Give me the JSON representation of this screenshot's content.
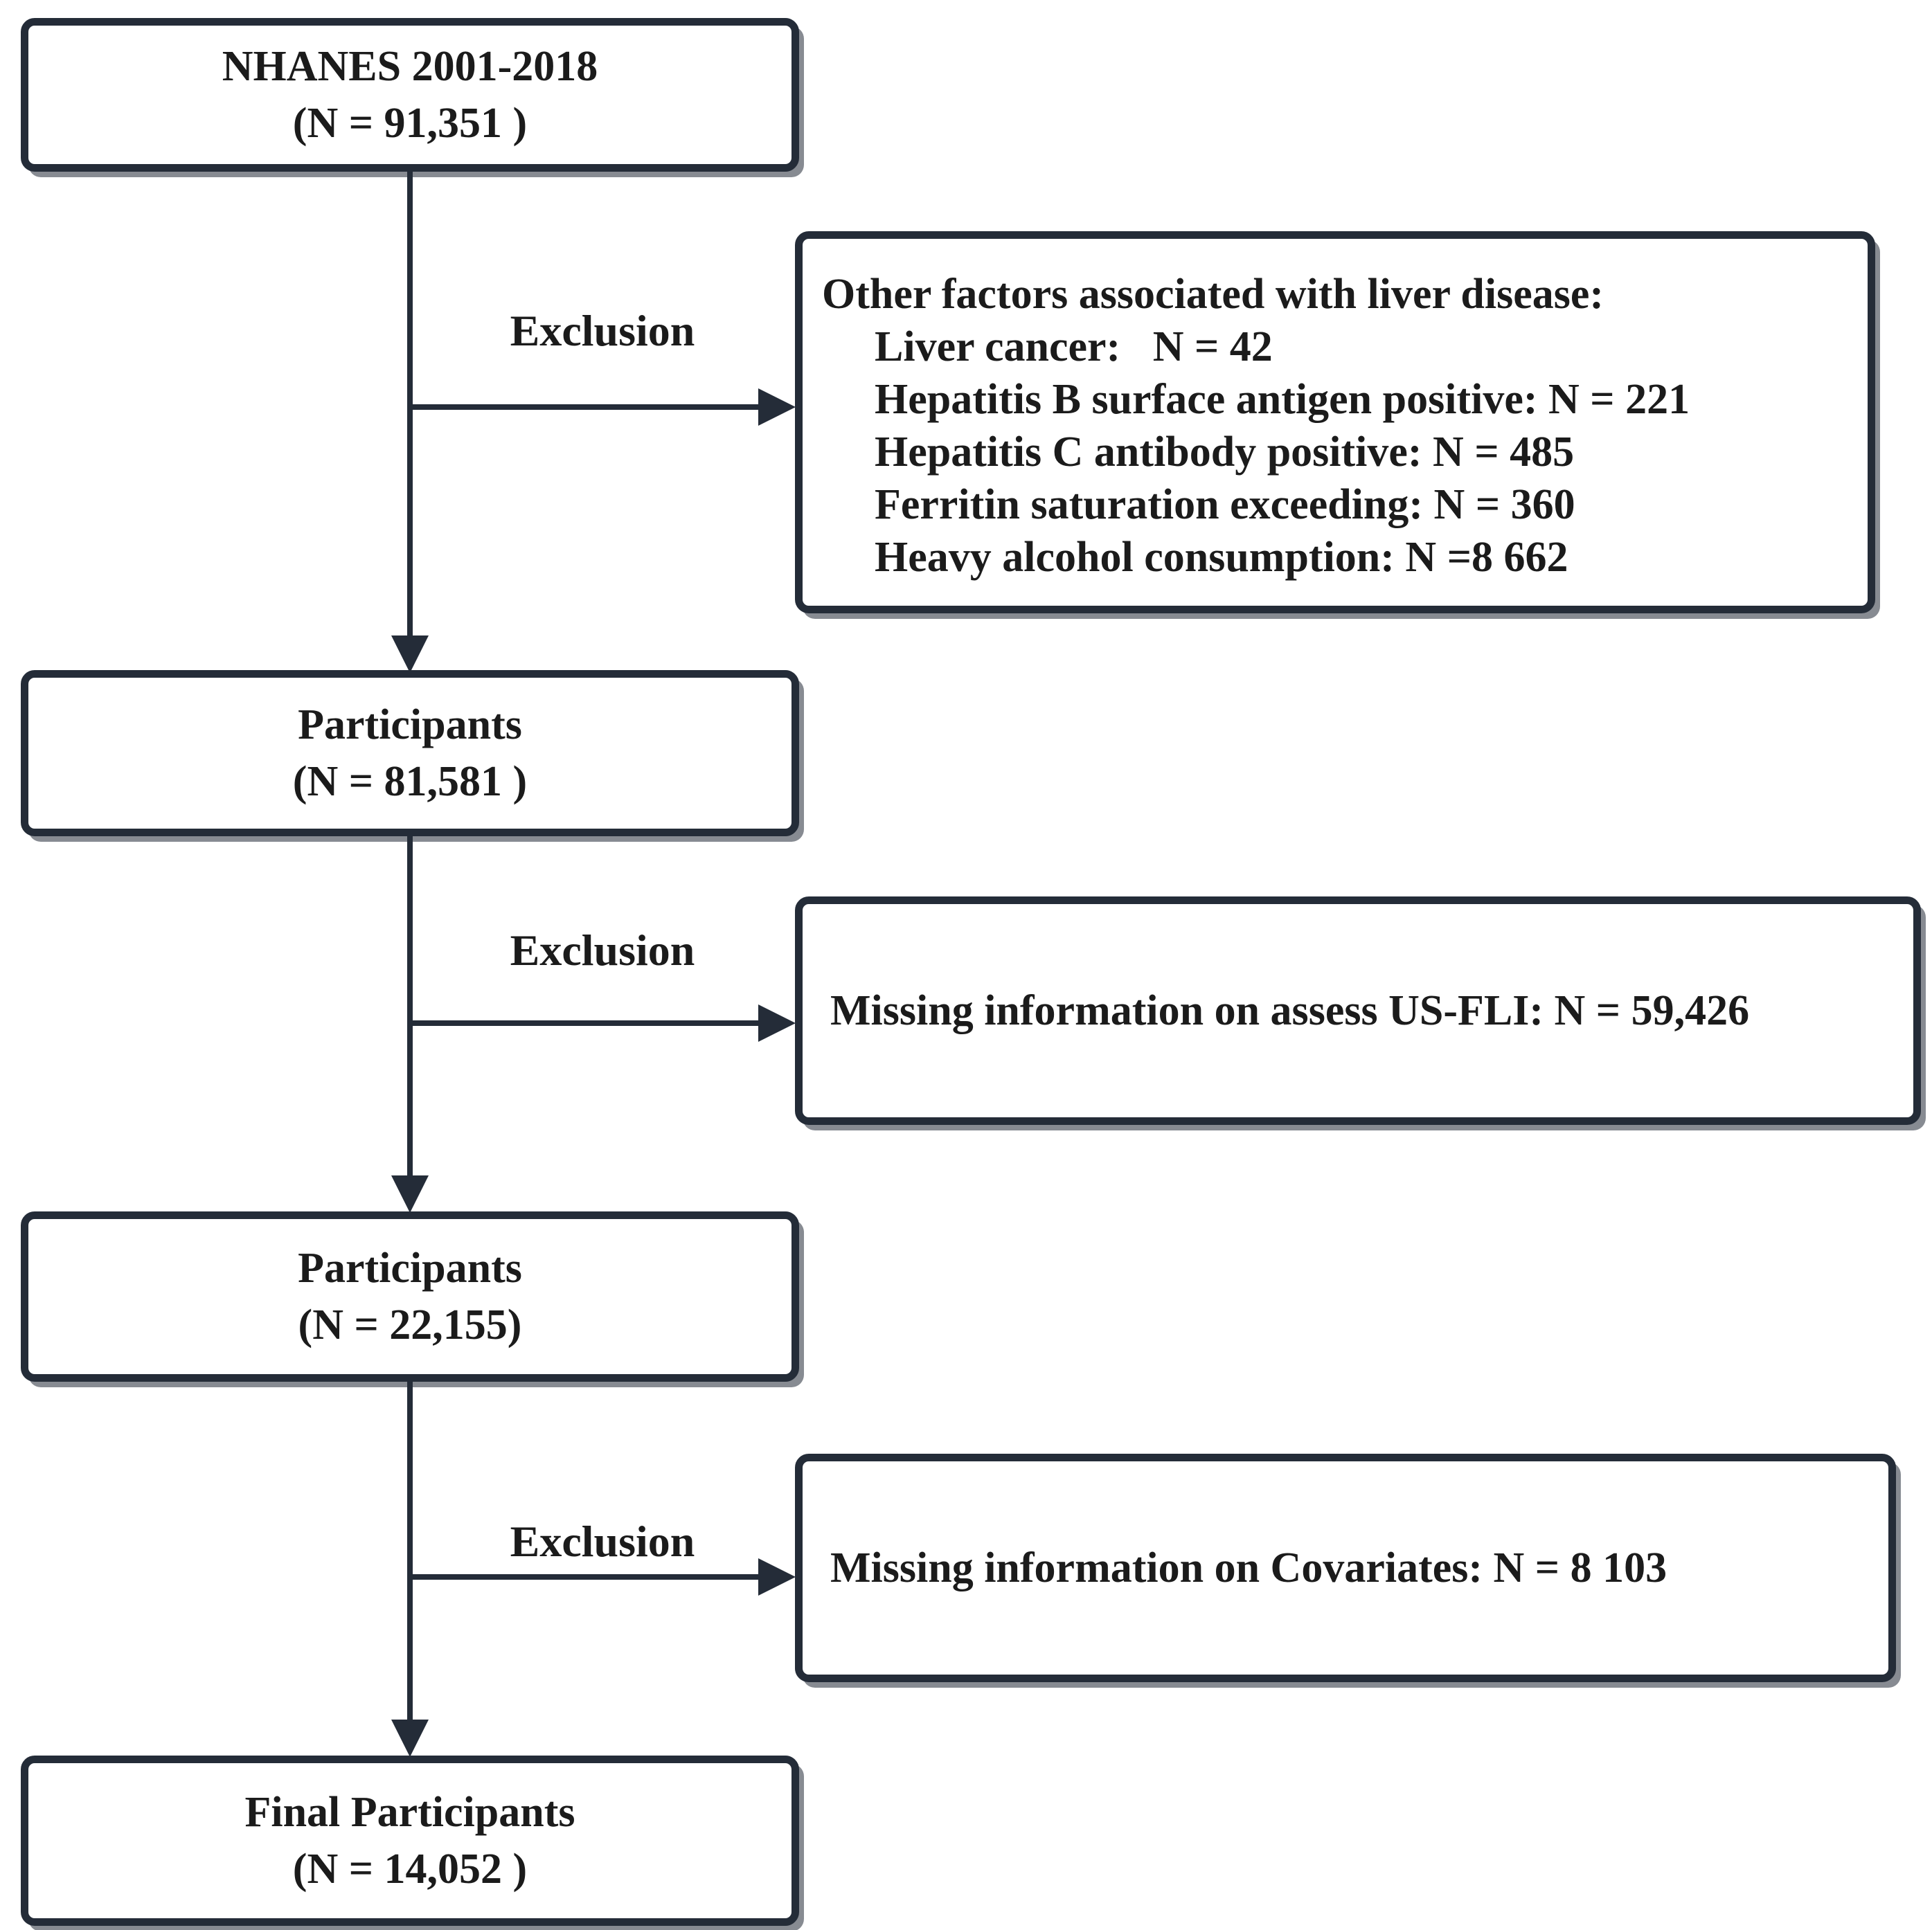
{
  "colors": {
    "border": "#242c38",
    "text": "#1b1b1b",
    "background": "#ffffff"
  },
  "flow_boxes": [
    {
      "id": "source",
      "line1": "NHANES 2001-2018",
      "line2": "(N = 91,351 )"
    },
    {
      "id": "participants-1",
      "line1": "Participants",
      "line2": "(N = 81,581 )"
    },
    {
      "id": "participants-2",
      "line1": "Participants",
      "line2": "(N = 22,155)"
    },
    {
      "id": "final",
      "line1": "Final Participants",
      "line2": "(N = 14,052 )"
    }
  ],
  "exclusion_steps": [
    {
      "label": "Exclusion",
      "box_lines": [
        "Other factors associated with liver disease:",
        "Liver cancer:   N = 42",
        "Hepatitis B surface antigen positive: N = 221",
        "Hepatitis C antibody positive: N = 485",
        "Ferritin saturation exceeding: N = 360",
        "Heavy alcohol consumption: N =8 662"
      ]
    },
    {
      "label": "Exclusion",
      "box_lines": [
        "Missing information on assess US-FLI: N = 59,426"
      ]
    },
    {
      "label": "Exclusion",
      "box_lines": [
        "Missing information on Covariates: N = 8 103"
      ]
    }
  ]
}
